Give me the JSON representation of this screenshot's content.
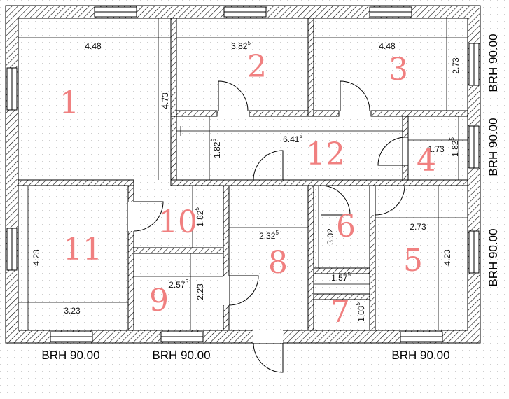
{
  "plan": {
    "rooms": [
      "1",
      "2",
      "3",
      "4",
      "5",
      "6",
      "7",
      "8",
      "9",
      "10",
      "11",
      "12"
    ],
    "dimensions": {
      "r1_width": "4.48",
      "r1_height": "4.73",
      "r2_width": "3.82",
      "r2_width_sup": "5",
      "r3_width": "4.48",
      "r3_height": "2.73",
      "r12_width": "6.41",
      "r12_width_sup": "5",
      "r12_height": "1.82",
      "r12_height_sup": "5",
      "r4_width": "1.73",
      "r4_height": "1.82",
      "r4_height_sup": "5",
      "r10_height": "1.82",
      "r10_height_sup": "5",
      "r8_width": "2.32",
      "r8_width_sup": "5",
      "r6_height": "3.02",
      "r6_width": "1.57",
      "r6_width_sup": "5",
      "r7_height": "1.03",
      "r7_height_sup": "5",
      "r5_width": "2.73",
      "r5_height": "4.23",
      "r11_height": "4.23",
      "r11_width": "3.23",
      "r9_width": "2.57",
      "r9_width_sup": "5",
      "r9_height": "2.23"
    },
    "window_labels": {
      "bottom_left": "BRH 90.00",
      "bottom_mid": "BRH 90.00",
      "bottom_right": "BRH 90.00",
      "right_top": "BRH 90.00",
      "right_mid": "BRH 90.00",
      "right_bottom": "BRH 90.00"
    }
  }
}
